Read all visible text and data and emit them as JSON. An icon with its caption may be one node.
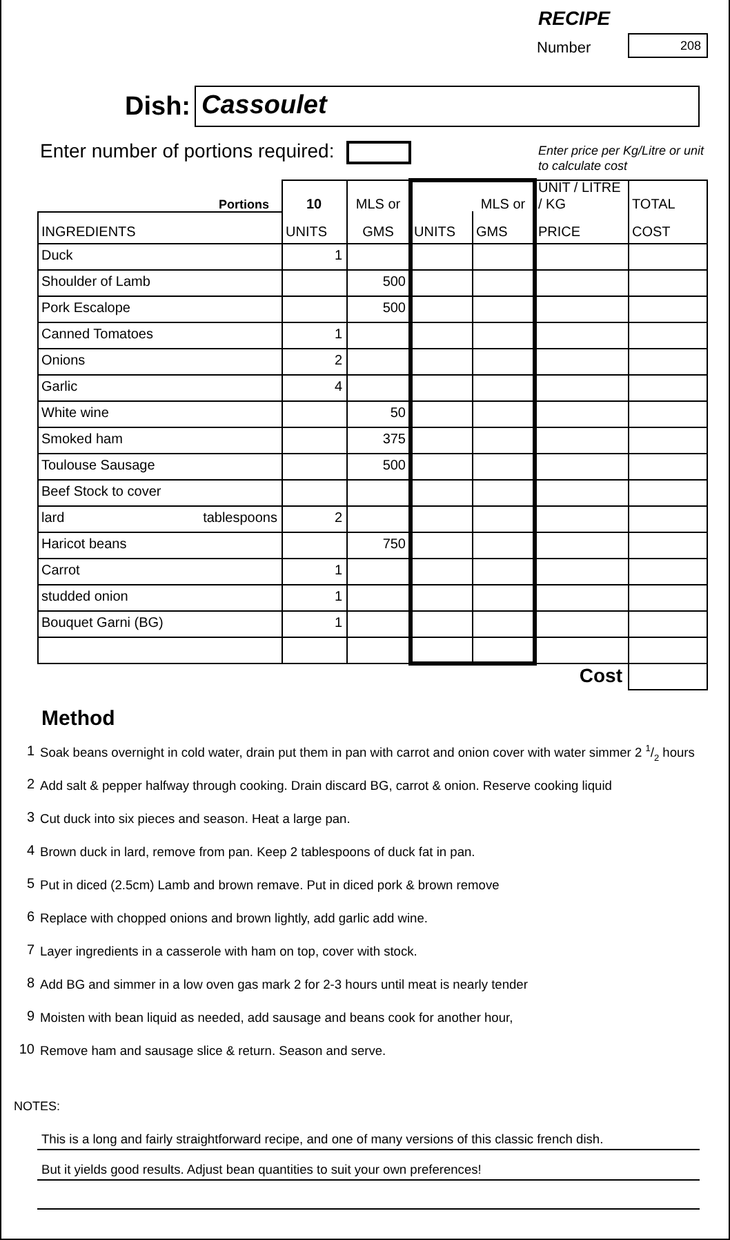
{
  "diagram": {
    "title": "RECIPE",
    "nodes": [
      {
        "text": [
          "208"
        ],
        "beside": [
          "Number"
        ]
      },
      {
        "text": [
          "Cassoulet"
        ],
        "beside": [
          "Dish:"
        ]
      },
      {
        "text": [],
        "shape": "box",
        "beside": [
          "Enter number of portions required:"
        ]
      },
      {
        "text": [],
        "shape": "box",
        "beside": [
          "Cost"
        ]
      }
    ],
    "labels": [
      "Enter price per Kg/Litre or unit to calculate cost",
      "Portions",
      "10",
      "MLS or",
      "MLS or",
      "UNIT / LITRE / KG",
      "TOTAL",
      "INGREDIENTS",
      "UNITS",
      "GMS",
      "UNITS",
      "GMS",
      "PRICE",
      "COST",
      "Duck",
      "1",
      "Shoulder of Lamb",
      "500",
      "Pork Escalope",
      "500",
      "Canned Tomatoes",
      "1",
      "Onions",
      "2",
      "Garlic",
      "4",
      "White wine",
      "50",
      "Smoked ham",
      "375",
      "Toulouse Sausage",
      "500",
      "Beef Stock to cover",
      "lard",
      "tablespoons",
      "2",
      "Haricot beans",
      "750",
      "Carrot",
      "1",
      "studded onion",
      "1",
      "Bouquet Garni (BG)",
      "1",
      "Method",
      "1",
      "Soak beans overnight in cold water, drain put them in pan with carrot and onion cover with water simmer 2 $^{1}$/$_{2}$ hours",
      "2",
      "Add salt & pepper halfway through cooking. Drain discard BG, carrot & onion. Reserve cooking liquid",
      "3",
      "Cut duck into six pieces and season. Heat a large pan.",
      "4",
      "Brown duck in lard, remove from pan.  Keep  2 tablespoons of duck fat in pan.",
      "5",
      "Put in diced (2.5cm) Lamb and brown remave. Put in diced pork & brown remove",
      "6",
      "Replace with chopped onions and brown lightly, add garlic add wine.",
      "7",
      " Layer ingredients in a casserole with ham on top, cover with stock.",
      "8",
      "Add BG and simmer in a low oven gas mark 2 for 2-3 hours until meat is nearly tender",
      "9",
      "Moisten with bean liquid as needed, add sausage and beans cook for another hour,",
      "10",
      "Remove ham and sausage slice & return. Season and serve.",
      "NOTES:",
      "This is a long and fairly straightforward recipe, and one of many versions of this classic french dish.",
      "But it yields good results. Adjust bean quantities to suit your own preferences!"
    ]
  }
}
